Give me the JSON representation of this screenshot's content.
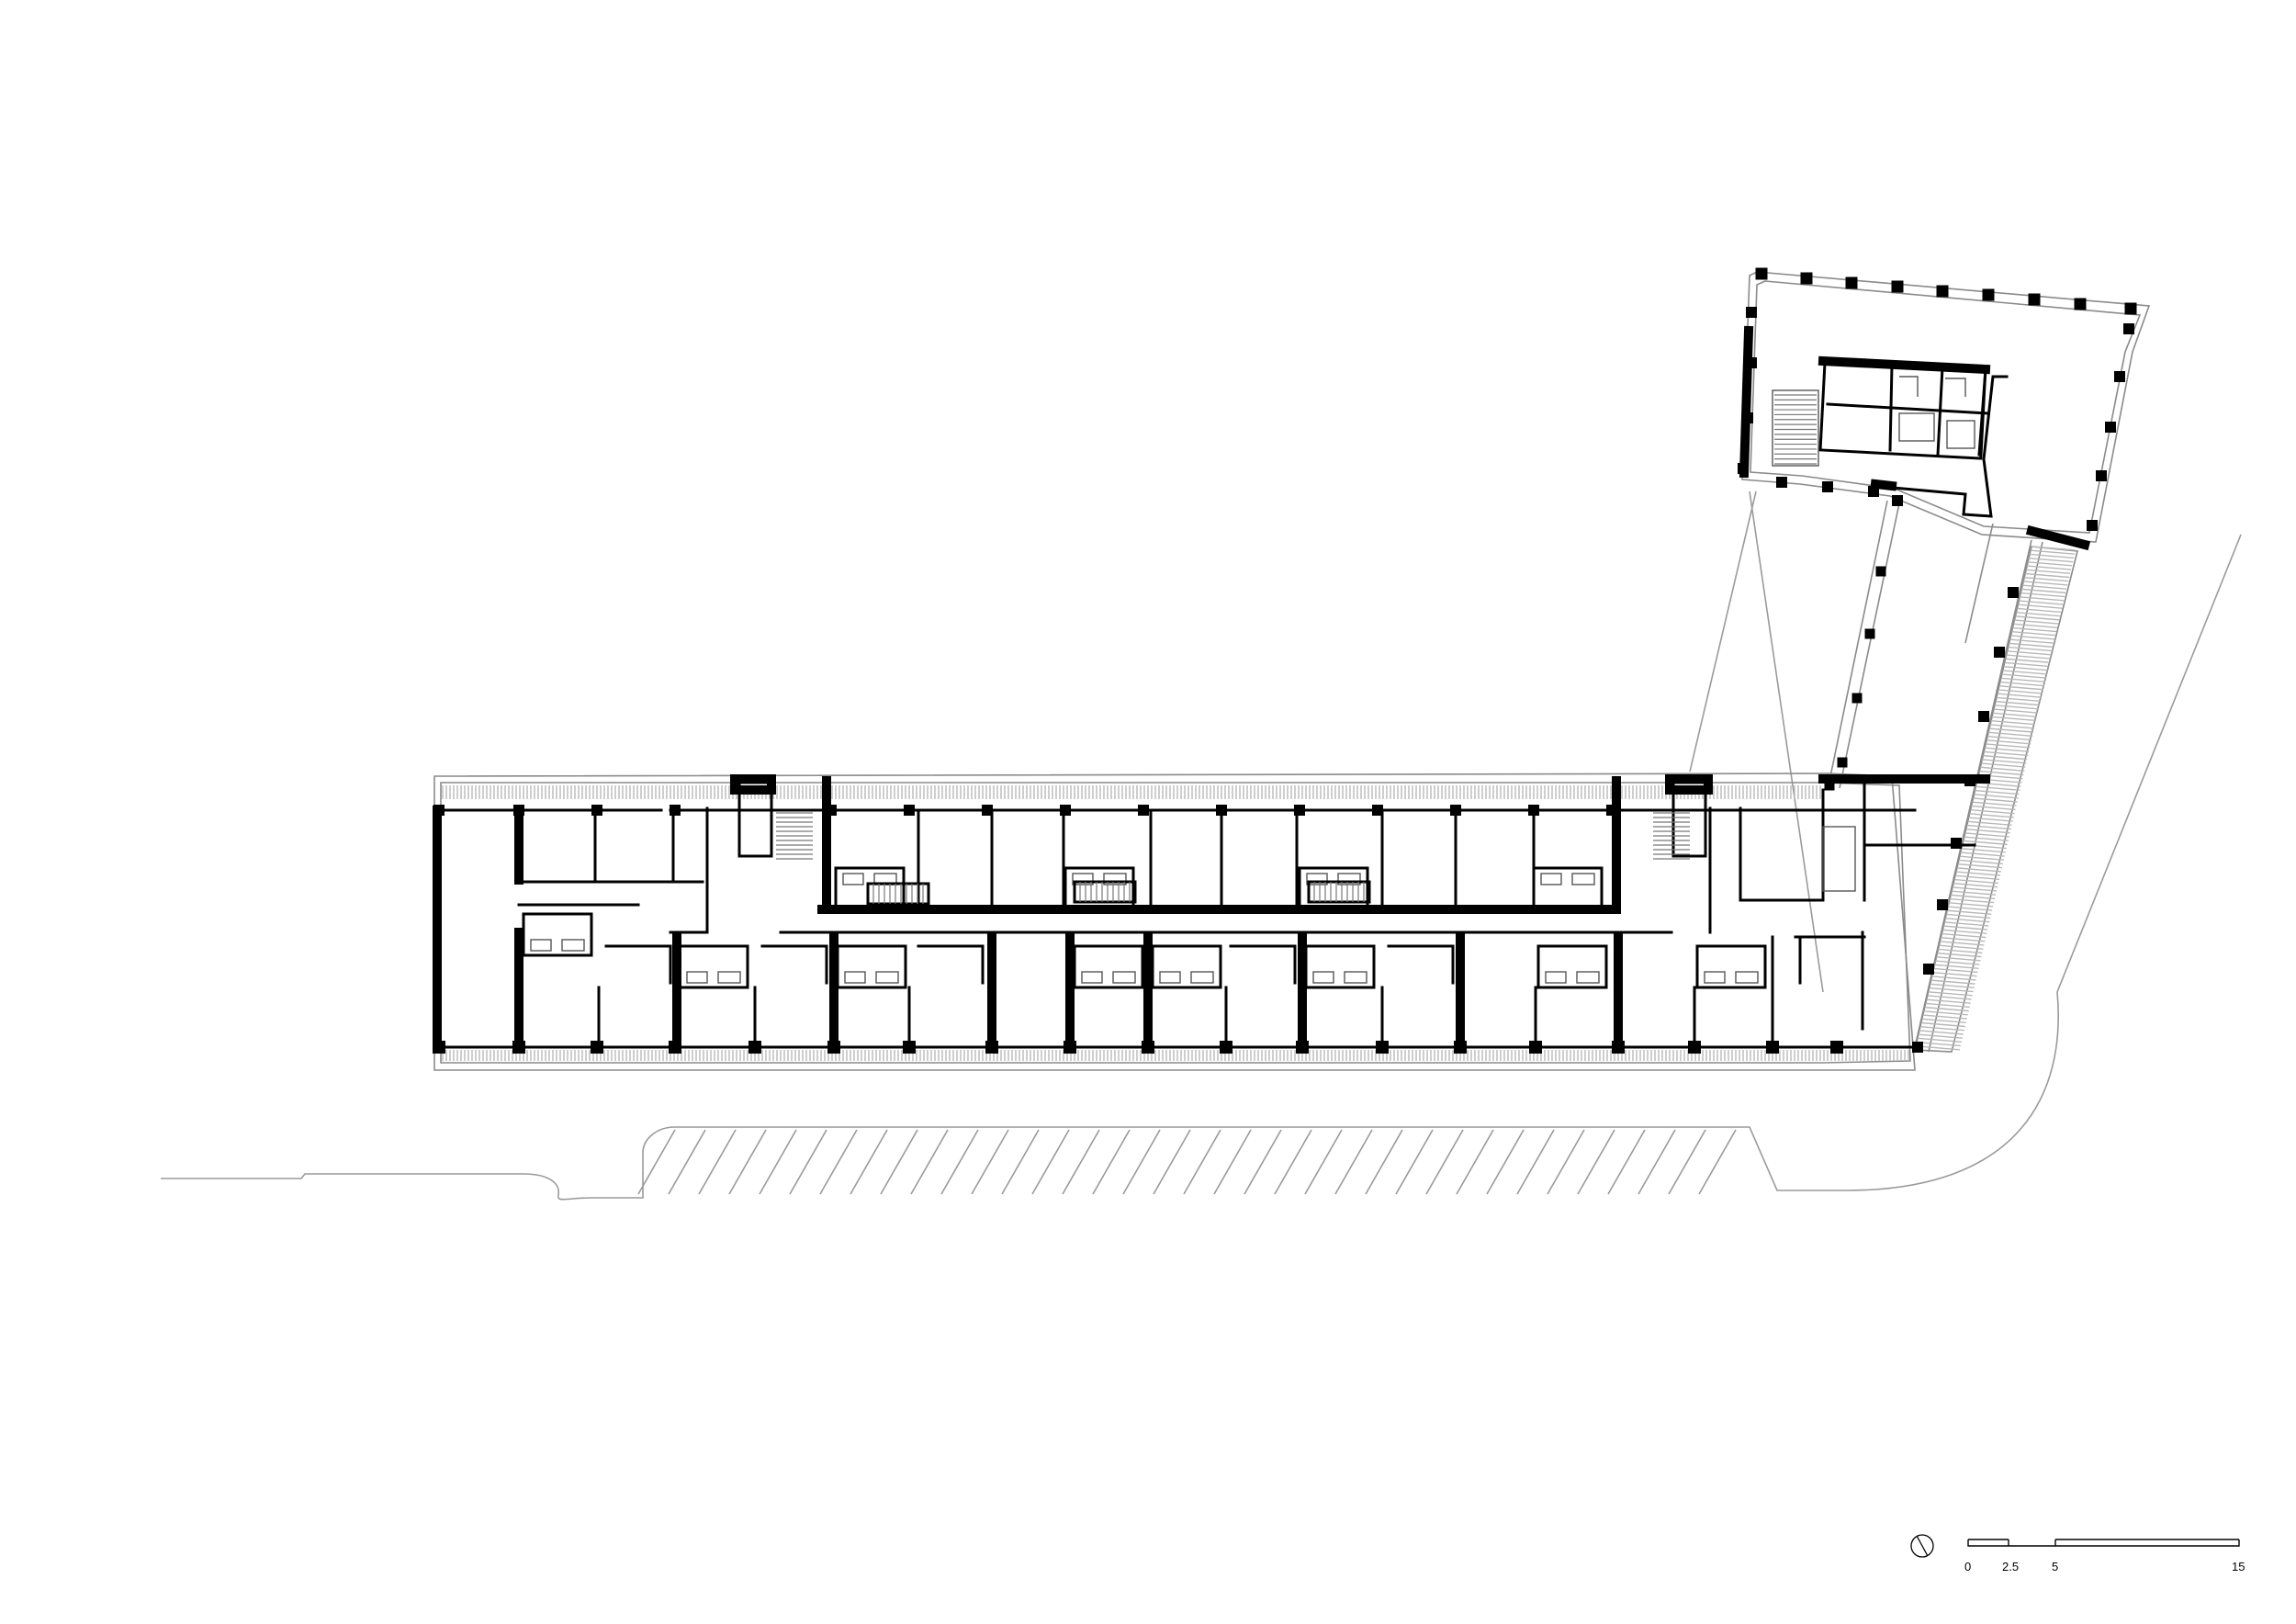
{
  "drawing": {
    "type": "architectural floor plan",
    "scale_bar": {
      "ticks": [
        "0",
        "2.5",
        "5",
        "15"
      ]
    },
    "north_arrow": "north-arrow-icon"
  }
}
